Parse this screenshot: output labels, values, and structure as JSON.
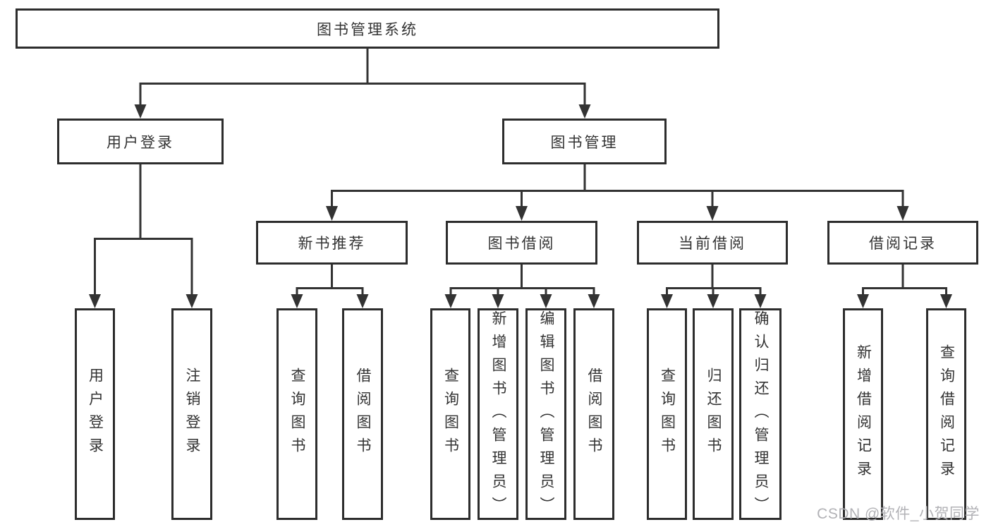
{
  "diagram": {
    "root": {
      "label": "图书管理系统"
    },
    "level2": [
      {
        "label": "用户登录"
      },
      {
        "label": "图书管理"
      }
    ],
    "level3": [
      {
        "label": "新书推荐"
      },
      {
        "label": "图书借阅"
      },
      {
        "label": "当前借阅"
      },
      {
        "label": "借阅记录"
      }
    ],
    "leaves": {
      "user_login": [
        "用户登录",
        "注销登录"
      ],
      "new_book_recommendation": [
        "查询图书",
        "借阅图书"
      ],
      "book_borrowing": [
        "查询图书",
        "新增图书（管理员）",
        "编辑图书（管理员）",
        "借阅图书"
      ],
      "current_borrowing": [
        "查询图书",
        "归还图书",
        "确认归还（管理员）"
      ],
      "borrowing_records": [
        "新增借阅记录",
        "查询借阅记录"
      ]
    }
  },
  "watermark": {
    "text": "CSDN @软件_小贺同学",
    "color": "#b2b2b6"
  },
  "colors": {
    "line": "#333333",
    "box_border": "#2d2d2d",
    "text": "#333333",
    "background": "#ffffff"
  }
}
